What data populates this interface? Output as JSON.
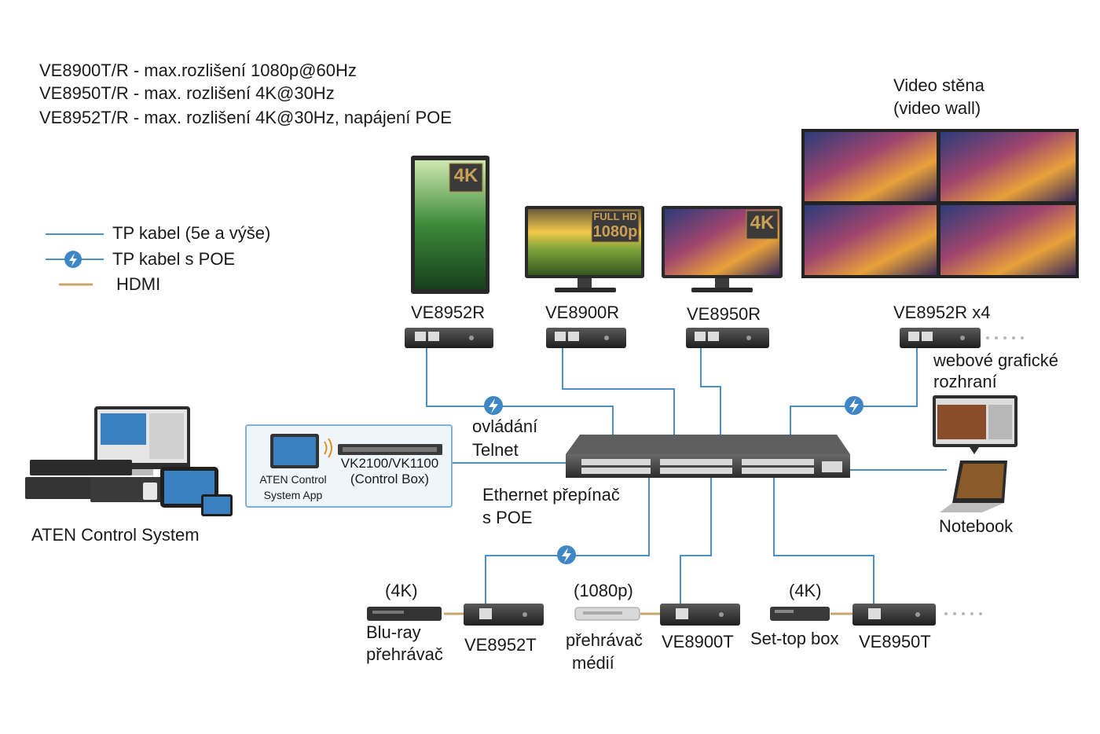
{
  "header": {
    "lines": [
      "VE8900T/R - max.rozlišení 1080p@60Hz",
      "VE8950T/R - max. rozlišení 4K@30Hz",
      "VE8952T/R - max. rozlišení 4K@30Hz, napájení POE"
    ]
  },
  "legend": {
    "items": [
      {
        "label": "TP kabel (5e a výše)",
        "color": "#4a8fc7"
      },
      {
        "label": "TP kabel s POE",
        "color": "#4a8fc7"
      },
      {
        "label": "HDMI",
        "color": "#c8a86a"
      }
    ]
  },
  "video_wall": {
    "title_line1": "Video stěna",
    "title_line2": "(video wall)"
  },
  "displays": {
    "portrait_badge": "4K",
    "monitor1_badge_line1": "FULL HD",
    "monitor1_badge_line2": "1080p",
    "monitor2_badge": "4K"
  },
  "receivers": [
    {
      "label": "VE8952R"
    },
    {
      "label": "VE8900R"
    },
    {
      "label": "VE8950R"
    },
    {
      "label": "VE8952R x4"
    }
  ],
  "web_gui": {
    "line1": "webové grafické",
    "line2": "rozhraní"
  },
  "telnet": {
    "line1": "ovládání",
    "line2": "Telnet"
  },
  "control_box": {
    "app_label_line1": "ATEN Control",
    "app_label_line2": "System App",
    "box_label_line1": "VK2100/VK1100",
    "box_label_line2": "(Control Box)"
  },
  "control_system": {
    "label": "ATEN Control System"
  },
  "switch": {
    "label_line1": "Ethernet přepínač",
    "label_line2": "s POE"
  },
  "notebook": {
    "label": "Notebook"
  },
  "transmitters": [
    {
      "resolution": "(4K)",
      "source_line1": "Blu-ray",
      "source_line2": "přehrávač",
      "label": "VE8952T"
    },
    {
      "resolution": "(1080p)",
      "source_line1": "přehrávač",
      "source_line2": "médií",
      "label": "VE8900T"
    },
    {
      "resolution": "(4K)",
      "source_line1": "Set-top box",
      "source_line2": "",
      "label": "VE8950T"
    }
  ],
  "colors": {
    "tp_cable": "#4a8fc7",
    "hdmi": "#c8a86a",
    "poe_badge": "#3f86c4",
    "device_dark": "#2b2b2b",
    "control_panel_border": "#7fb0d8",
    "control_panel_fill": "#eef5fb"
  }
}
